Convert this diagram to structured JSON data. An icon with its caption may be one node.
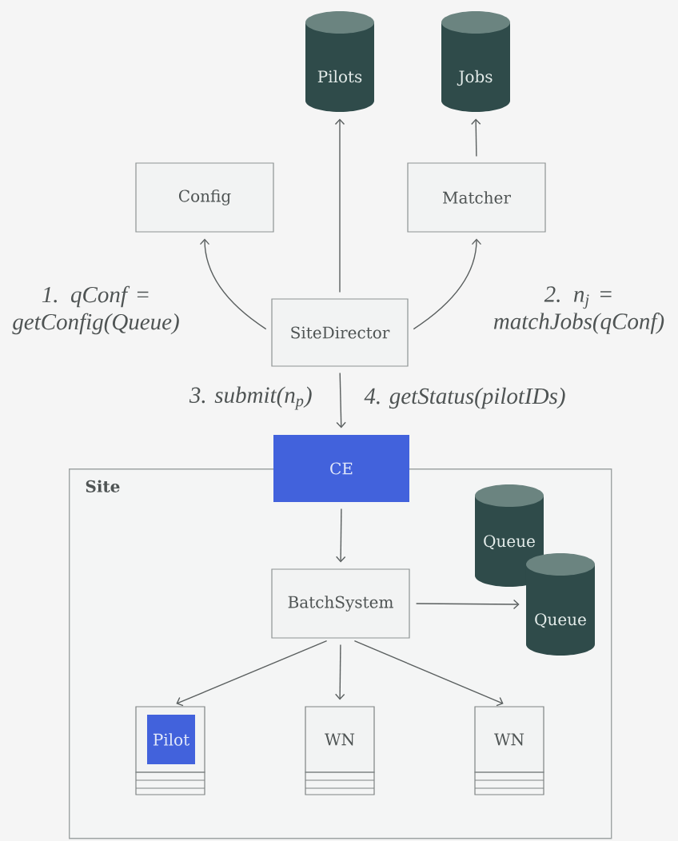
{
  "diagram": {
    "nodes": [
      {
        "text": [
          "Pilots"
        ]
      },
      {
        "text": [
          "Jobs"
        ]
      },
      {
        "text": [
          "Config"
        ]
      },
      {
        "text": [
          "Matcher"
        ]
      },
      {
        "text": [
          "SiteDirector"
        ]
      },
      {
        "text": [
          "CE"
        ]
      },
      {
        "text": [
          "Site"
        ]
      },
      {
        "text": [
          "BatchSystem"
        ],
        "in": 6
      },
      {
        "text": [
          "Queue"
        ],
        "in": 6
      },
      {
        "text": [
          "Queue"
        ],
        "in": 6
      },
      {
        "text": [],
        "shape": "box",
        "in": 6
      },
      {
        "text": [
          "Pilot"
        ],
        "in": 10
      },
      {
        "text": [
          "WN"
        ],
        "in": 6
      },
      {
        "text": [
          "WN"
        ],
        "in": 6
      }
    ],
    "edges": [
      {
        "from": 4,
        "to": 0,
        "arrow": "to"
      },
      {
        "from": 3,
        "to": 1,
        "arrow": "to"
      },
      {
        "from": 4,
        "to": 2,
        "arrow": "to",
        "label": "1. qConf = getConfig(Queue)"
      },
      {
        "from": 4,
        "to": 3,
        "arrow": "to",
        "label": "2. n$_{j}$ = matchJobs(qConf)"
      },
      {
        "from": 4,
        "to": 5,
        "arrow": "to",
        "label": "3. submit(n$_{p}$)"
      },
      {
        "from": 5,
        "to": 7,
        "arrow": "to"
      },
      {
        "from": 7,
        "to": 9,
        "arrow": "to"
      },
      {
        "from": 7,
        "to": 10,
        "arrow": "to"
      },
      {
        "from": 7,
        "to": 12,
        "arrow": "to"
      },
      {
        "from": 7,
        "to": 13,
        "arrow": "to"
      }
    ],
    "labels": [
      "4. getStatus(pilotIDs)"
    ]
  }
}
